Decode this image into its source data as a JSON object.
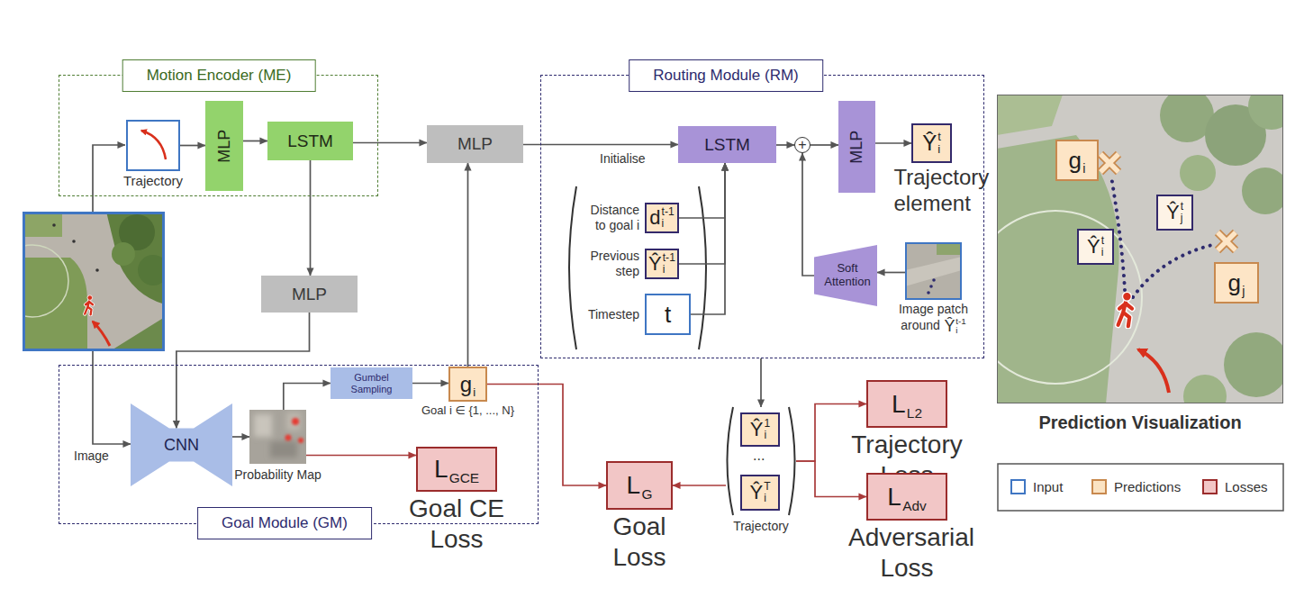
{
  "diagram": {
    "nodes": [
      {
        "text": [
          "Motion Encoder (ME)"
        ]
      },
      {
        "text": [
          "Trajectory"
        ],
        "in": 0
      },
      {
        "text": [
          "MLP"
        ],
        "in": 0
      },
      {
        "text": [
          "LSTM"
        ],
        "in": 0
      },
      {
        "text": [
          "MLP"
        ]
      },
      {
        "text": [
          "Routing Module (RM)"
        ]
      },
      {
        "text": [
          "LSTM"
        ],
        "in": 5
      },
      {
        "text": [
          "+"
        ],
        "in": 5
      },
      {
        "text": [
          "MLP"
        ],
        "in": 5
      },
      {
        "text": [
          "Ŷ",
          "i",
          "t",
          "Trajectory element"
        ],
        "in": 5
      },
      {
        "text": [
          "Distance to goal i",
          "d",
          "i",
          "t-1"
        ],
        "in": 5
      },
      {
        "text": [
          "Previous step",
          "Ŷ",
          "i",
          "t-1"
        ],
        "in": 5
      },
      {
        "text": [
          "Timestep",
          "t"
        ],
        "in": 5
      },
      {
        "text": [
          "Soft Attention"
        ],
        "in": 5
      },
      {
        "text": [
          "Image patch around",
          "Ŷ",
          "i",
          "t-1"
        ],
        "in": 5
      },
      {
        "text": [
          "MLP"
        ]
      },
      {
        "text": [
          "Goal Module (GM)"
        ]
      },
      {
        "text": [
          "CNN"
        ],
        "in": 16
      },
      {
        "text": [
          "Probability Map"
        ],
        "in": 16
      },
      {
        "text": [
          "Gumbel Sampling"
        ],
        "in": 16
      },
      {
        "text": [
          "g",
          "i",
          "Goal i ∈ {1, ..., N}"
        ],
        "in": 16
      },
      {
        "text": [
          "L",
          "GCE",
          "Goal CE Loss"
        ],
        "in": 16
      },
      {
        "text": [
          "L",
          "G",
          "Goal Loss"
        ]
      },
      {
        "text": [
          "Trajectory"
        ]
      },
      {
        "text": [
          "Ŷ",
          "i",
          "1"
        ],
        "in": 23
      },
      {
        "text": [
          "Ŷ",
          "i",
          "T"
        ],
        "in": 23
      },
      {
        "text": [
          "L",
          "L2",
          "Trajectory Loss"
        ]
      },
      {
        "text": [
          "L",
          "Adv",
          "Adversarial Loss"
        ]
      },
      {
        "text": [
          "Prediction Visualization"
        ]
      },
      {
        "text": [
          "g",
          "i"
        ],
        "in": 28
      },
      {
        "text": [
          "Ŷ",
          "i",
          "t"
        ],
        "in": 28
      },
      {
        "text": [
          "Ŷ",
          "j",
          "t"
        ],
        "in": 28
      },
      {
        "text": [
          "g",
          "j"
        ],
        "in": 28
      }
    ],
    "edges": [
      {
        "from": 1,
        "to": 2,
        "arrow": "to"
      },
      {
        "from": 2,
        "to": 3,
        "arrow": "to"
      },
      {
        "from": 3,
        "to": 4,
        "arrow": "to"
      },
      {
        "from": 4,
        "to": 6,
        "label": "Initialise",
        "arrow": "to"
      },
      {
        "from": 3,
        "to": 15,
        "arrow": "to"
      },
      {
        "from": 15,
        "to": 17,
        "arrow": "to"
      },
      {
        "from": 17,
        "to": 18,
        "arrow": "to"
      },
      {
        "from": 18,
        "to": 19,
        "arrow": "to"
      },
      {
        "from": 19,
        "to": 20,
        "arrow": "to"
      },
      {
        "from": 20,
        "to": 4,
        "arrow": "to"
      },
      {
        "from": 18,
        "to": 21,
        "arrow": "to"
      },
      {
        "from": 20,
        "to": 22,
        "arrow": "to"
      },
      {
        "from": 23,
        "to": 22,
        "arrow": "to"
      },
      {
        "from": 23,
        "to": 26,
        "arrow": "to"
      },
      {
        "from": 23,
        "to": 27,
        "arrow": "to"
      },
      {
        "from": 6,
        "to": 7,
        "arrow": "to"
      },
      {
        "from": 7,
        "to": 8,
        "arrow": "to"
      },
      {
        "from": 8,
        "to": 9,
        "arrow": "to"
      },
      {
        "from": 10,
        "to": 6,
        "arrow": "to"
      },
      {
        "from": 11,
        "to": 6,
        "arrow": "to"
      },
      {
        "from": 12,
        "to": 6,
        "arrow": "to"
      },
      {
        "from": 13,
        "to": 7,
        "arrow": "to"
      },
      {
        "from": 14,
        "to": 13,
        "arrow": "to"
      },
      {
        "from": 5,
        "to": 23,
        "arrow": "to"
      }
    ],
    "labels": [
      "Image",
      "..."
    ],
    "legend": [
      {
        "text": "Input",
        "color": "#3f76c3"
      },
      {
        "text": "Predictions",
        "color": "#fbe3c3"
      },
      {
        "text": "Losses",
        "color": "#9b2c2c"
      }
    ]
  }
}
